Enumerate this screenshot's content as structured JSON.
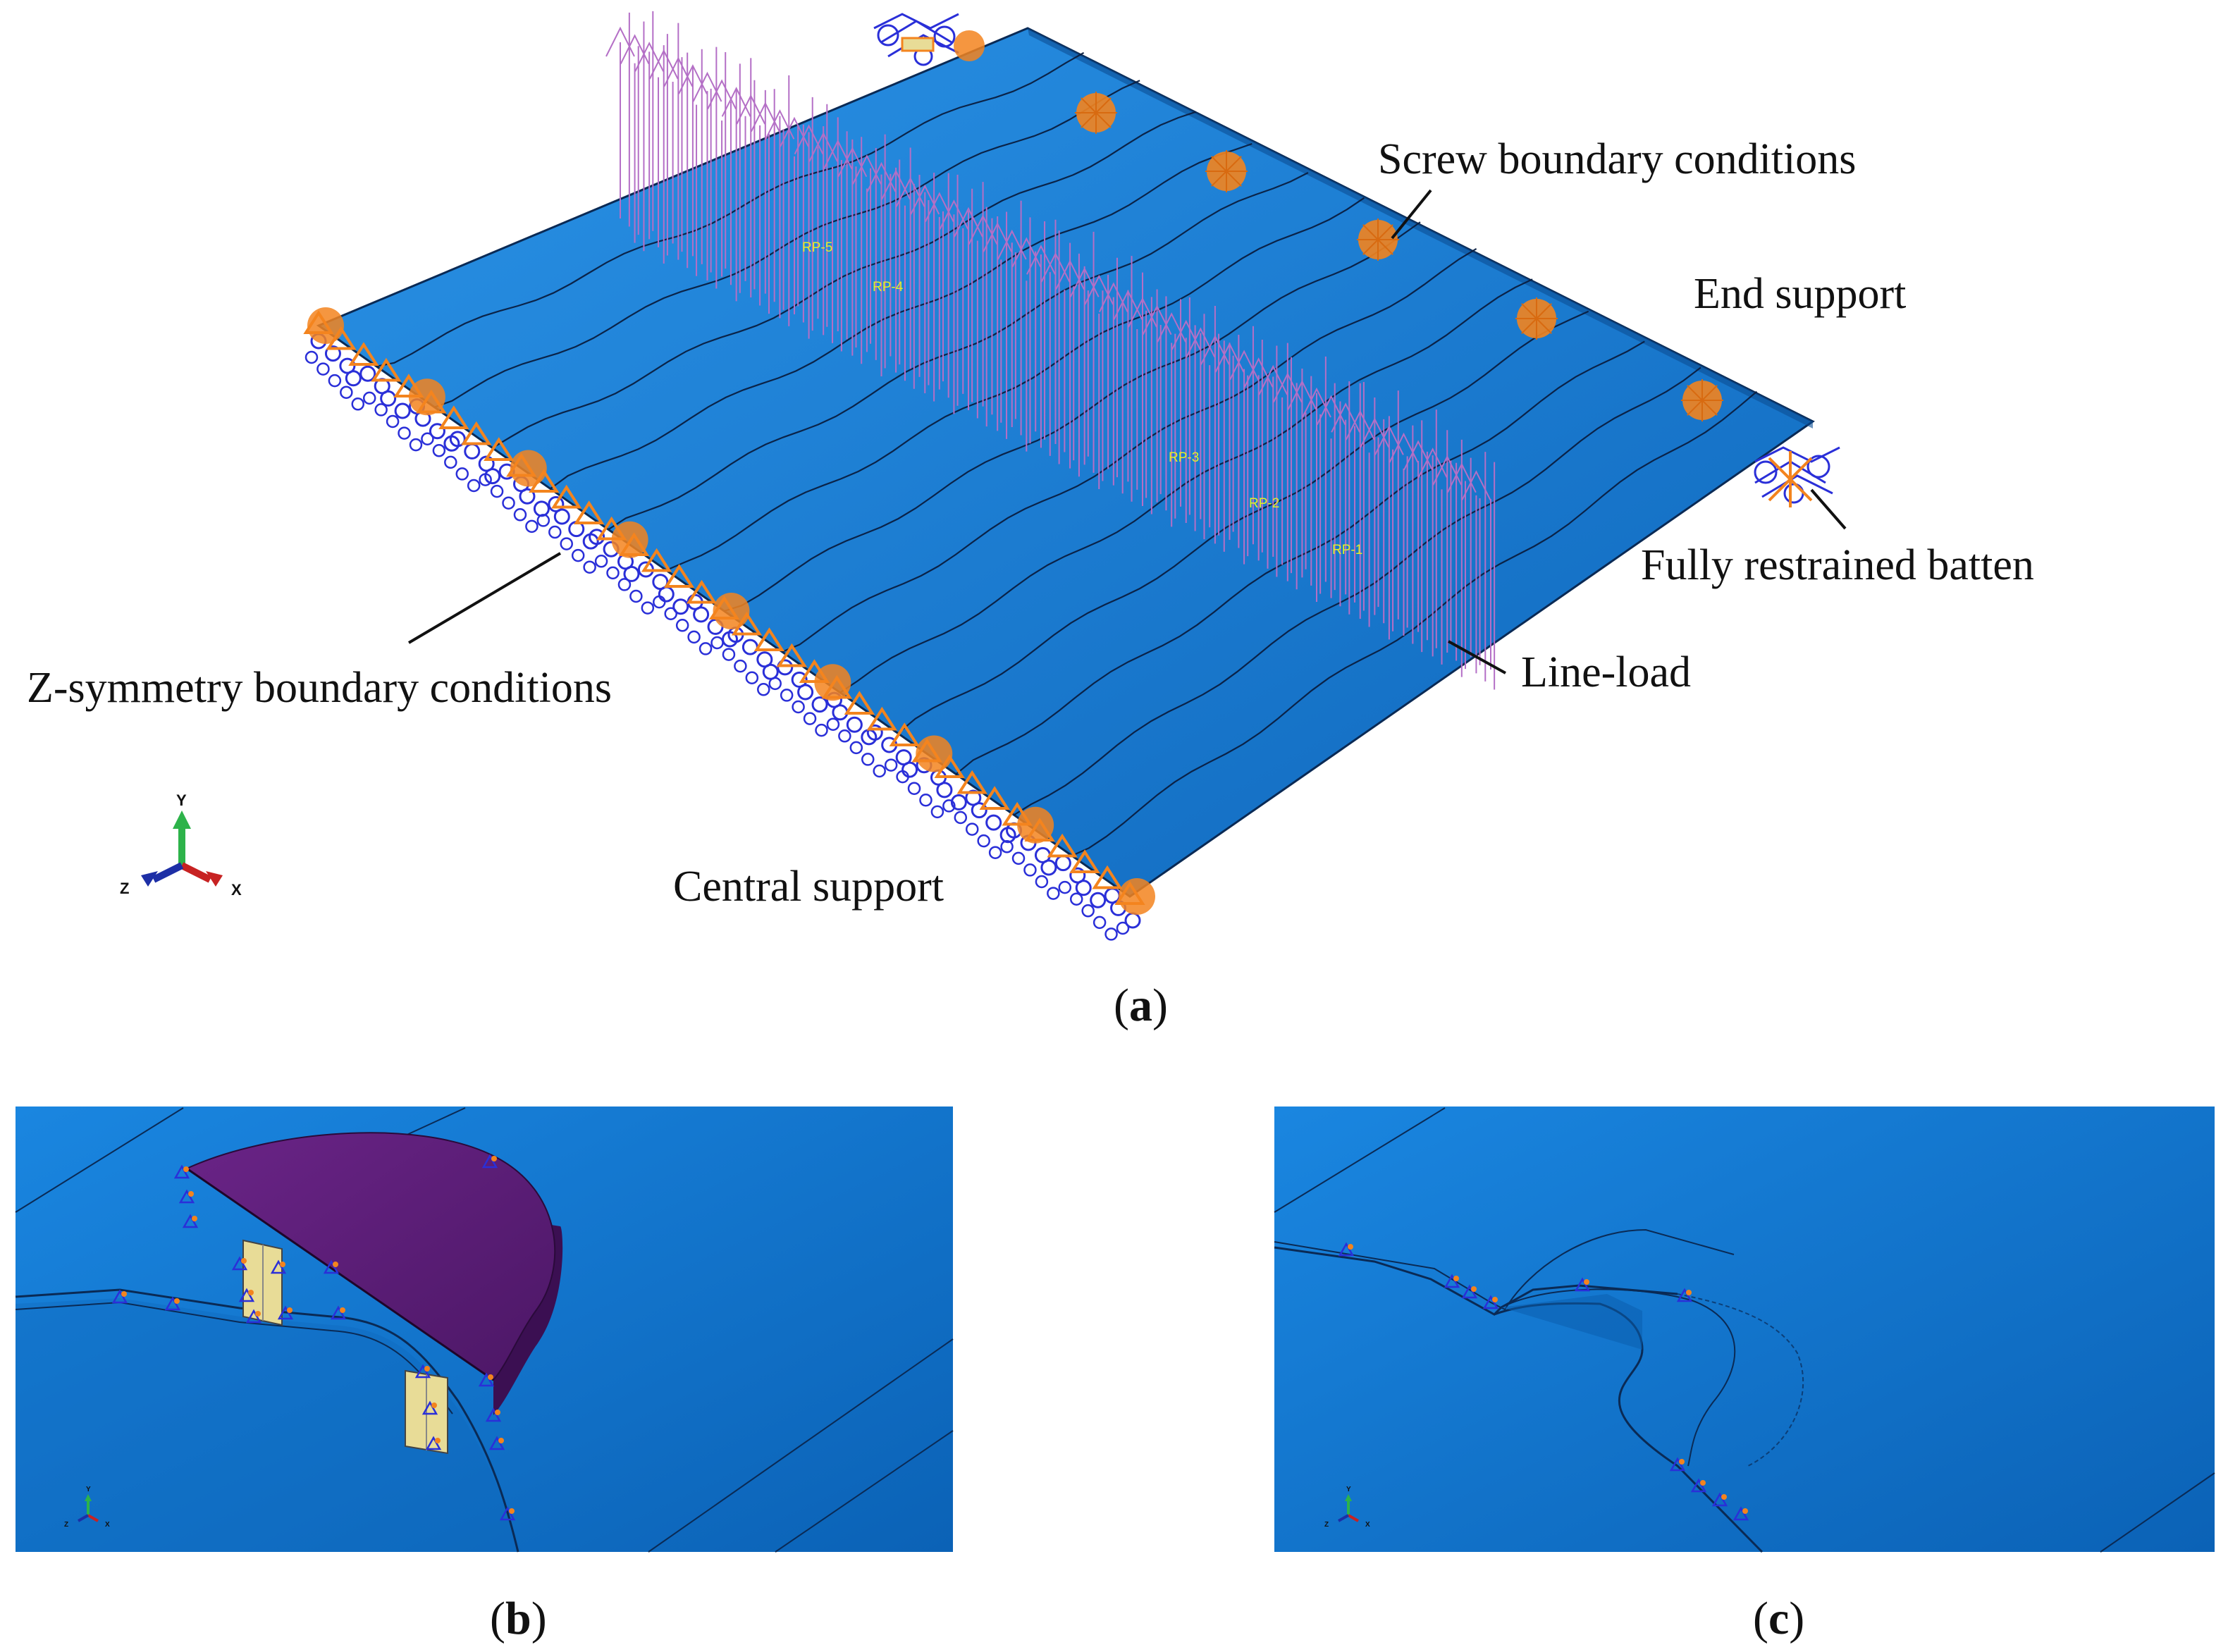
{
  "panel_a": {
    "label": "a",
    "callouts": {
      "screw_bc": "Screw boundary conditions",
      "end_support": "End support",
      "fully_restrained_batten": "Fully restrained batten",
      "line_load": "Line-load",
      "z_symmetry_bc": "Z-symmetry boundary conditions",
      "central_support": "Central support"
    },
    "reference_points": [
      "RP-5",
      "RP-4",
      "RP-3",
      "RP-2",
      "RP-1"
    ],
    "triad": {
      "y": "Y",
      "z": "Z",
      "x": "X"
    }
  },
  "panel_b": {
    "label": "b",
    "triad": {
      "y": "Y",
      "z": "Z",
      "x": "X"
    }
  },
  "panel_c": {
    "label": "c",
    "triad": {
      "y": "Y",
      "z": "Z",
      "x": "X"
    }
  },
  "colors": {
    "sheet_blue": "#1b7fd6",
    "sheet_dark": "#0d5ea8",
    "support_orange": "#f3841e",
    "constraint_blue": "#2a2fd8",
    "load_purple": "#b46fc6",
    "washer_purple": "#5e2079",
    "screw_cream": "#e8dc97",
    "rp_yellow": "#e6f025",
    "axis_y": "#2db34a",
    "axis_x": "#c72222",
    "axis_z": "#1d2fa6"
  }
}
